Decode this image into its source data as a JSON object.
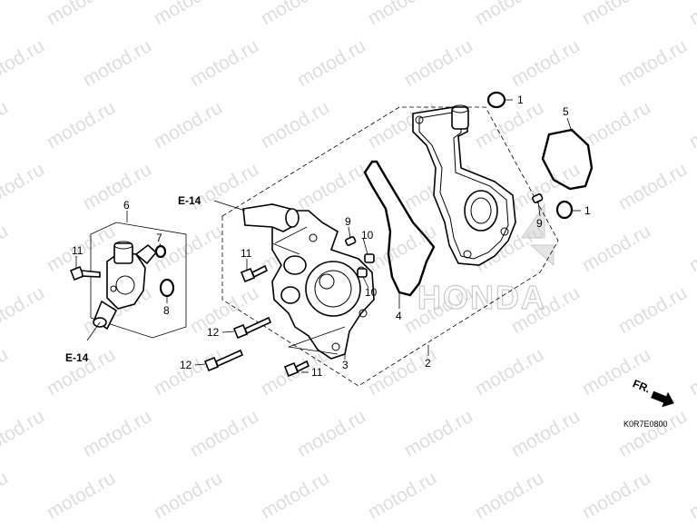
{
  "watermark": "motod.ru",
  "callouts": {
    "c1a": "1",
    "c1b": "1",
    "c2": "2",
    "c3": "3",
    "c4": "4",
    "c5": "5",
    "c6": "6",
    "c7": "7",
    "c8": "8",
    "c9a": "9",
    "c9b": "9",
    "c10a": "10",
    "c10b": "10",
    "c11a": "11",
    "c11b": "11",
    "c11c": "11",
    "c12a": "12",
    "c12b": "12"
  },
  "refs": {
    "e14_top": "E-14",
    "e14_bottom": "E-14"
  },
  "front_label": "FR.",
  "diagram_code": "K0R7E0800",
  "logo_text": "HONDA"
}
